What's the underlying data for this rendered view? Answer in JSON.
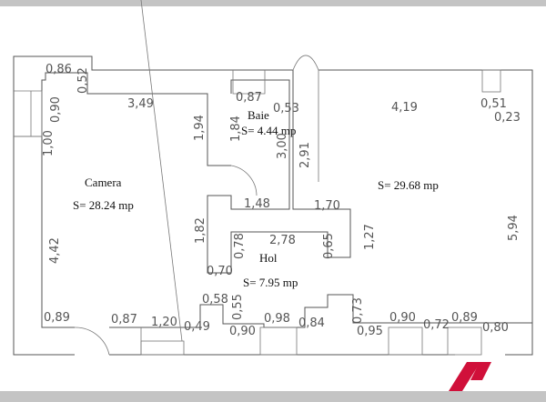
{
  "rooms": {
    "camera": {
      "name": "Camera",
      "area": "S= 28.24 mp"
    },
    "baie": {
      "name": "Baie",
      "area": "S= 4.44 mp"
    },
    "hol": {
      "name": "Hol",
      "area": "S= 7.95 mp"
    },
    "living": {
      "area": "S= 29.68 mp"
    }
  },
  "dimensions": [
    "0,86",
    "0,52",
    "0,90",
    "1,00",
    "3,49",
    "1,94",
    "0,87",
    "0,53",
    "1,84",
    "3,00",
    "2,91",
    "1,48",
    "1,82",
    "0,78",
    "2,78",
    "0,65",
    "0,70",
    "1,70",
    "1,27",
    "4,19",
    "0,51",
    "0,23",
    "5,94",
    "4,42",
    "0,89",
    "0,87",
    "1,20",
    "0,49",
    "0,58",
    "0,55",
    "0,90",
    "0,98",
    "0,84",
    "0,73",
    "0,95",
    "0,90",
    "0,72",
    "0,89",
    "0,80"
  ],
  "colors": {
    "logo": "#d0103a",
    "bars": "#c4c4c4"
  }
}
